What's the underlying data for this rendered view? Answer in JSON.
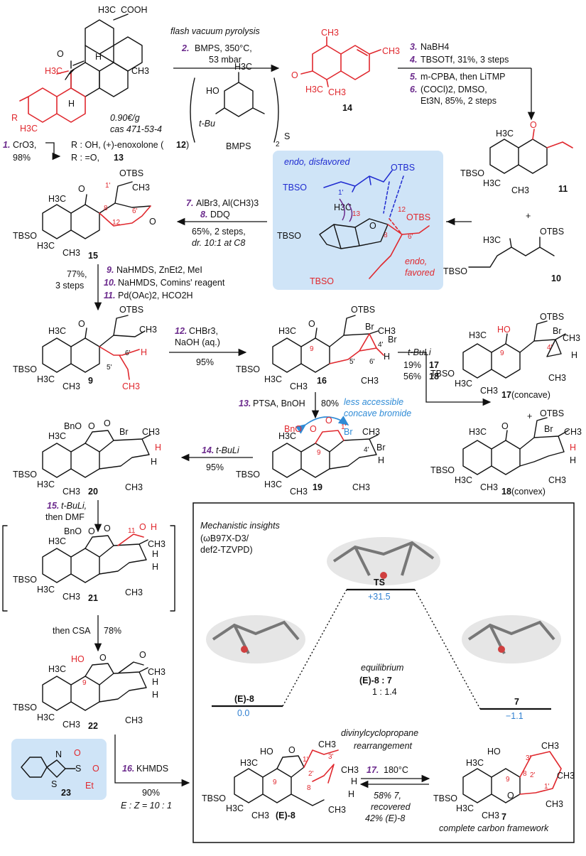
{
  "colors": {
    "step": "#6b2a8c",
    "red": "#e0282e",
    "blue": "#1f2bd0",
    "panel": "#cfe4f7",
    "energy": "#2f7fd0"
  },
  "top": {
    "cooh": "COOH",
    "h3c": "H3C",
    "ch3": "CH3",
    "h3c2": "H3C",
    "h3c3": "H3C",
    "h": "H",
    "h2": "H",
    "o": "O",
    "r": "R",
    "price": "0.90€/g",
    "cas": "cas 471-53-4",
    "step1_num": "1.",
    "step1_reagent": "CrO3,",
    "step1_yield": "98%",
    "r_oh": "R : OH, (+)-enoxolone (",
    "r_oh_num": "12",
    ")": ")",
    "r_o": "R : =O, ",
    "r_o_num": "13",
    "fvp": "flash vacuum pyrolysis",
    "step2_num": "2.",
    "step2_text": "BMPS, 350°C,",
    "step2_press": "53 mbar",
    "bmps_ho": "HO",
    "bmps_tbu": "t-Bu",
    "bmps_s": "S",
    "bmps_2": "2",
    "bmps_label": "BMPS",
    "cmp14": "14",
    "step3_num": "3.",
    "step3_text": "NaBH4",
    "step4_num": "4.",
    "step4_text": "TBSOTf, 31%, 3 steps",
    "step5_num": "5.",
    "step5_text": "m-CPBA, then LiTMP",
    "step6_num": "6.",
    "step6_text": "(COCl)2, DMSO,",
    "step6_text2": "Et3N, 85%, 2 steps",
    "cmp11": "11",
    "tbso": "TBSO",
    "plus": "+",
    "otbs": "OTBS",
    "cmp10": "10"
  },
  "panel": {
    "endo_dis": "endo, disfavored",
    "endo_fav": "endo,",
    "endo_fav2": "favored",
    "otbs": "OTBS",
    "tbso": "TBSO",
    "n12": "12",
    "n13": "13",
    "n8": "8",
    "n6p": "6'",
    "n1p": "1'",
    "h3c": "H3C",
    "o": "O"
  },
  "step78": {
    "s7": "7.",
    "s7t": "AlBr3, Al(CH3)3",
    "s8": "8.",
    "s8t": "DDQ",
    "y": "65%, 2 steps,",
    "dr": "dr. 10:1 at C8"
  },
  "cmp15": {
    "label": "15",
    "n8": "8",
    "n12": "12",
    "n6p": "6'",
    "n1p": "1'",
    "otbs": "OTBS"
  },
  "step911": {
    "y": "77%,",
    "y2": "3 steps",
    "s9": "9.",
    "s9t": "NaHMDS, ZnEt2, MeI",
    "s10": "10.",
    "s10t": "NaHMDS, Comins' reagent",
    "s11": "11.",
    "s11t": "Pd(OAc)2, HCO2H"
  },
  "cmp9": {
    "label": "9",
    "n6p": "6'",
    "n5p": "5'",
    "h": "H"
  },
  "step12": {
    "num": "12.",
    "t": "CHBr3,",
    "t2": "NaOH (aq.)",
    "y": "95%"
  },
  "cmp16": {
    "label": "16",
    "n9": "9",
    "n4p": "4'",
    "n5p": "5'",
    "n6p": "6'",
    "br": "Br"
  },
  "tbuli": {
    "t": "t-BuLi",
    "y17": "19%",
    "y18": "56%",
    "c17": "17",
    "c18": "18"
  },
  "cmp17": {
    "label": "17",
    "suffix": " (concave)",
    "ho": "HO",
    "n9": "9",
    "n4p": "4'"
  },
  "cmp18": {
    "label": "18",
    "suffix": " (convex)"
  },
  "step13": {
    "num": "13.",
    "t": "PTSA, BnOH",
    "y": "80%",
    "note1": "less accessible",
    "note2": "concave bromide"
  },
  "cmp19": {
    "label": "19",
    "bno": "BnO",
    "n9": "9",
    "n1p": "1'",
    "n4p": "4'"
  },
  "step14": {
    "num": "14.",
    "t": "t-BuLi",
    "y": "95%"
  },
  "cmp20": {
    "label": "20"
  },
  "step15": {
    "num": "15.",
    "t": "t-BuLi,",
    "t2": "then DMF"
  },
  "cmp21": {
    "label": "21",
    "n11": "11"
  },
  "csa": {
    "t": "then CSA",
    "y": "78%"
  },
  "cmp22": {
    "label": "22",
    "ho": "HO"
  },
  "cmp23": {
    "label": "23",
    "n": "N",
    "s": "S",
    "et": "Et"
  },
  "step16": {
    "num": "16.",
    "t": "KHMDS",
    "y": "90%",
    "ez": "E : Z = 10 : 1"
  },
  "mech": {
    "title": "Mechanistic insights",
    "method": "(ωB97X-D3/",
    "basis": "def2-TZVPD)",
    "ts": "TS",
    "ts_e": "+31.5",
    "e8": "(E)-8",
    "e8_e": "0.0",
    "c7": "7",
    "c7_e": "−1.1",
    "eq": "equilibrium",
    "eq_ratio": "(E)-8 : 7",
    "eq_val": "1 : 1.4"
  },
  "bottom": {
    "rearr": "divinylcyclopropane",
    "rearr2": "rearrangement",
    "e8": "(E)-8",
    "c7": "7",
    "s17": "17.",
    "s17t": "180°C",
    "y1": "58% 7,",
    "y2": "recovered",
    "y3": "42% (E)-8",
    "framework": "complete carbon framework",
    "n1p": "1'",
    "n2p": "2'",
    "n3p": "3'",
    "n8": "8",
    "n9": "9"
  }
}
